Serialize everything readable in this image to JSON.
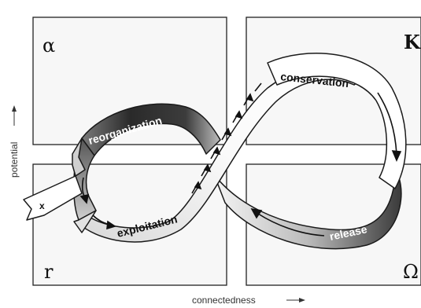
{
  "quadrants": {
    "top_left": "α",
    "top_right": "K",
    "bottom_left": "r",
    "bottom_right": "Ω"
  },
  "phases": {
    "reorganization": "reorganization",
    "conservation": "conservation",
    "exploitation": "exploitation",
    "release": "release",
    "exit": "x"
  },
  "axes": {
    "y": "potential",
    "x": "connectedness"
  }
}
